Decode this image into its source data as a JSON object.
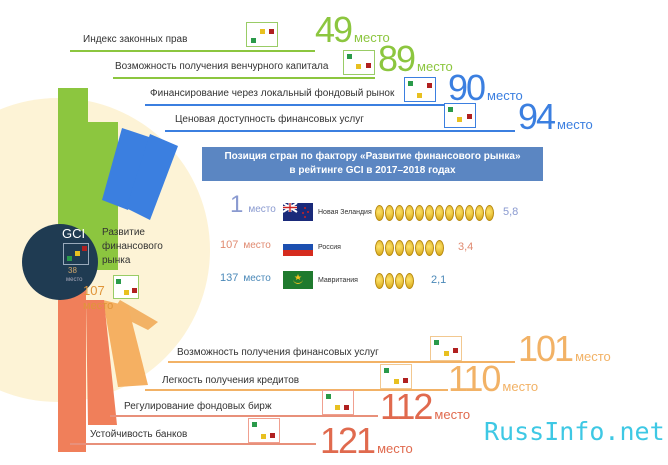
{
  "colors": {
    "green": "#8cc63f",
    "blue": "#3b7fe0",
    "orange": "#f2b266",
    "red": "#e06a4e",
    "navy": "#1f3b52",
    "header": "#5b86c2",
    "watermark": "#3ec8e4"
  },
  "top_factors": [
    {
      "label": "Индекс законных прав",
      "rank": "49",
      "unit": "место"
    },
    {
      "label": "Возможность получения венчурного капитала",
      "rank": "89",
      "unit": "место"
    },
    {
      "label": "Финансирование через локальный фондовый рынок",
      "rank": "90",
      "unit": "место"
    },
    {
      "label": "Ценовая доступность финансовых услуг",
      "rank": "94",
      "unit": "место"
    }
  ],
  "bottom_factors": [
    {
      "label": "Возможность получения финансовых услуг",
      "rank": "101",
      "unit": "место"
    },
    {
      "label": "Легкость получения кредитов",
      "rank": "110",
      "unit": "место"
    },
    {
      "label": "Регулирование фондовых бирж",
      "rank": "112",
      "unit": "место"
    },
    {
      "label": "Устойчивость банков",
      "rank": "121",
      "unit": "место"
    }
  ],
  "center": {
    "gci": "GCI",
    "gci_rank": "38",
    "gci_unit": "место",
    "title": "Развитие финансового рынка",
    "rank": "107",
    "unit": "место"
  },
  "panel": {
    "title_line1": "Позиция стран по фактору «Развитие финансового рынка»",
    "title_line2": "в рейтинге GCI в 2017–2018 годах",
    "rows": [
      {
        "rank": "1",
        "unit": "место",
        "country": "Новая Зеландия",
        "coins": 12,
        "score": "5,8",
        "color": "#8a9ad0"
      },
      {
        "rank": "107",
        "unit": "место",
        "country": "Россия",
        "coins": 7,
        "score": "3,4",
        "color": "#e08a70"
      },
      {
        "rank": "137",
        "unit": "место",
        "country": "Мавритания",
        "coins": 4,
        "score": "2,1",
        "color": "#4a88b8"
      }
    ]
  },
  "watermark": "RussInfo.net"
}
